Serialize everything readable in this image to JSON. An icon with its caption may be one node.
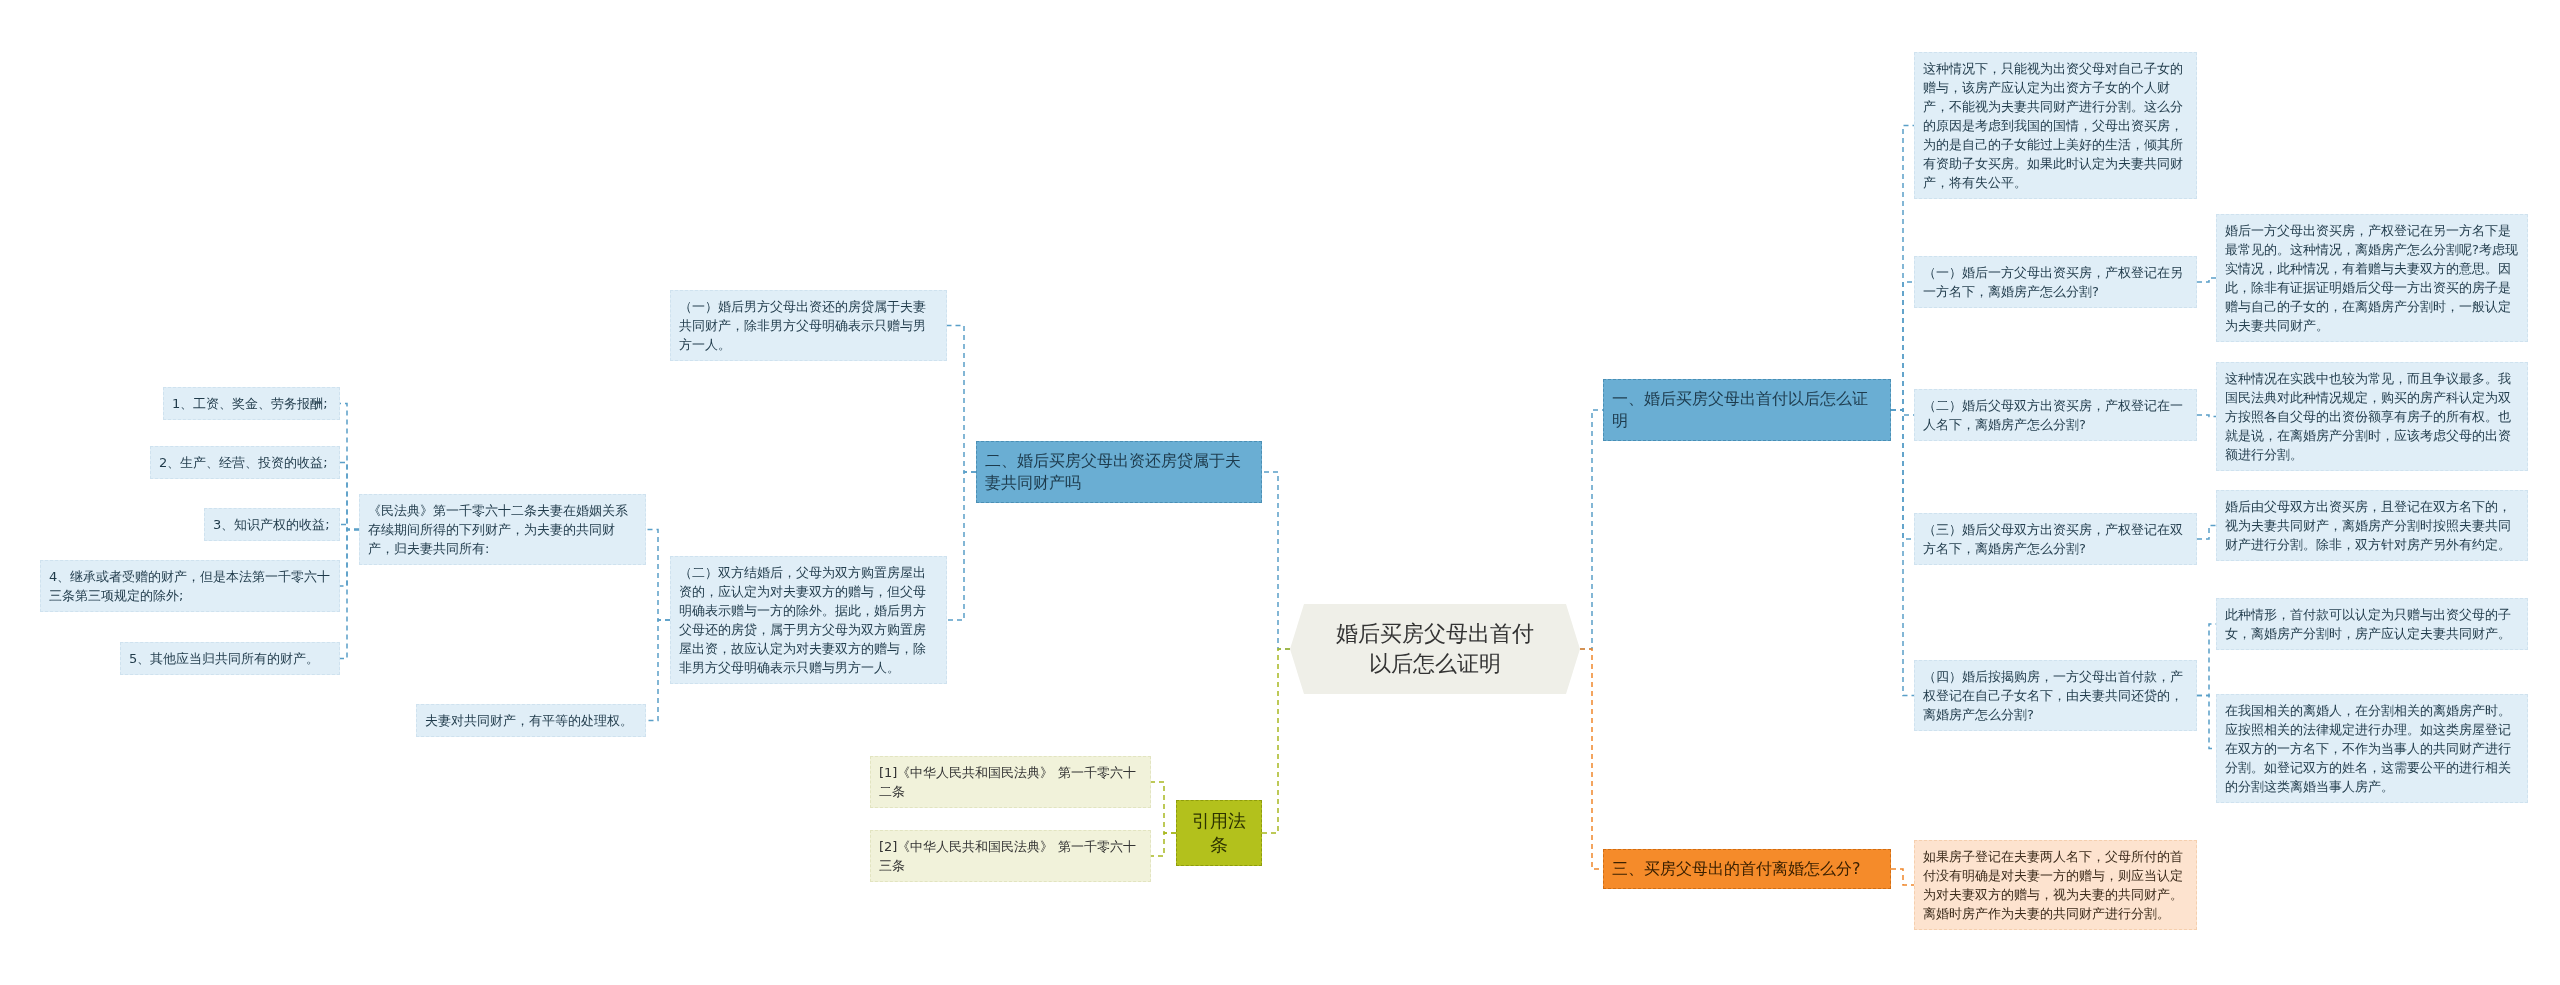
{
  "diagram": {
    "nodes": [
      {
        "text": [
          "婚后买房父母出首付以后怎么证明"
        ]
      },
      {
        "text": [
          "一、婚后买房父母出首付以后怎么证明"
        ]
      },
      {
        "text": [
          "这种情况下，只能视为出资父母对自己子女的赠与，该房产应认定为出资方子女的个人财产，不能视为夫妻共同财产进行分割。这么分的原因是考虑到我国的国情，父母出资买房，为的是自己的子女能过上美好的生活，倾其所有资助子女买房。如果此时认定为夫妻共同财产，将有失公平。"
        ]
      },
      {
        "text": [
          "（一）婚后一方父母出资买房，产权登记在另一方名下，离婚房产怎么分割?"
        ]
      },
      {
        "text": [
          "婚后一方父母出资买房，产权登记在另一方名下是最常见的。这种情况，离婚房产怎么分割呢?考虑现实情况，此种情况，有着赠与夫妻双方的意思。因此，除非有证据证明婚后父母一方出资买的房子是赠与自己的子女的，在离婚房产分割时，一般认定为夫妻共同财产。"
        ]
      },
      {
        "text": [
          "（二）婚后父母双方出资买房，产权登记在一人名下，离婚房产怎么分割?"
        ]
      },
      {
        "text": [
          "这种情况在实践中也较为常见，而且争议最多。我国民法典对此种情况规定，购买的房产科认定为双方按照各自父母的出资份额享有房子的所有权。也就是说，在离婚房产分割时，应该考虑父母的出资额进行分割。"
        ]
      },
      {
        "text": [
          "（三）婚后父母双方出资买房，产权登记在双方名下，离婚房产怎么分割?"
        ]
      },
      {
        "text": [
          "婚后由父母双方出资买房，且登记在双方名下的，视为夫妻共同财产，离婚房产分割时按照夫妻共同财产进行分割。除非，双方针对房产另外有约定。"
        ]
      },
      {
        "text": [
          "（四）婚后按揭购房，一方父母出首付款，产权登记在自己子女名下，由夫妻共同还贷的，离婚房产怎么分割?"
        ]
      },
      {
        "text": [
          "此种情形，首付款可以认定为只赠与出资父母的子女，离婚房产分割时，房产应认定夫妻共同财产。"
        ]
      },
      {
        "text": [
          "在我国相关的离婚人，在分割相关的离婚房产时。应按照相关的法律规定进行办理。如这类房屋登记在双方的一方名下，不作为当事人的共同财产进行分割。如登记双方的姓名，这需要公平的进行相关的分割这类离婚当事人房产。"
        ]
      },
      {
        "text": [
          "三、买房父母出的首付离婚怎么分?"
        ]
      },
      {
        "text": [
          "如果房子登记在夫妻两人名下，父母所付的首付没有明确是对夫妻一方的赠与，则应当认定为对夫妻双方的赠与，视为夫妻的共同财产。离婚时房产作为夫妻的共同财产进行分割。"
        ]
      },
      {
        "text": [
          "二、婚后买房父母出资还房贷属于夫妻共同财产吗"
        ]
      },
      {
        "text": [
          "（一）婚后男方父母出资还的房贷属于夫妻共同财产，除非男方父母明确表示只赠与男方一人。"
        ]
      },
      {
        "text": [
          "（二）双方结婚后，父母为双方购置房屋出资的，应认定为对夫妻双方的赠与，但父母明确表示赠与一方的除外。据此，婚后男方父母还的房贷，属于男方父母为双方购置房屋出资，故应认定为对夫妻双方的赠与，除非男方父母明确表示只赠与男方一人。"
        ]
      },
      {
        "text": [
          "《民法典》第一千零六十二条夫妻在婚姻关系存续期间所得的下列财产，为夫妻的共同财产，归夫妻共同所有:"
        ]
      },
      {
        "text": [
          "1、工资、奖金、劳务报酬;"
        ]
      },
      {
        "text": [
          "2、生产、经营、投资的收益;"
        ]
      },
      {
        "text": [
          "3、知识产权的收益;"
        ]
      },
      {
        "text": [
          "4、继承或者受赠的财产，但是本法第一千零六十三条第三项规定的除外;"
        ]
      },
      {
        "text": [
          "5、其他应当归共同所有的财产。"
        ]
      },
      {
        "text": [
          "夫妻对共同财产，有平等的处理权。"
        ]
      },
      {
        "text": [
          "引用法条"
        ]
      },
      {
        "text": [
          "[1]《中华人民共和国民法典》 第一千零六十二条"
        ]
      },
      {
        "text": [
          "[2]《中华人民共和国民法典》 第一千零六十三条"
        ]
      }
    ],
    "edges": [
      {
        "from": 0,
        "to": 1,
        "arrow": "none",
        "style": "dashed"
      },
      {
        "from": 1,
        "to": 2,
        "arrow": "none",
        "style": "dashed"
      },
      {
        "from": 1,
        "to": 3,
        "arrow": "none",
        "style": "dashed"
      },
      {
        "from": 3,
        "to": 4,
        "arrow": "none",
        "style": "dashed"
      },
      {
        "from": 1,
        "to": 5,
        "arrow": "none",
        "style": "dashed"
      },
      {
        "from": 5,
        "to": 6,
        "arrow": "none",
        "style": "dashed"
      },
      {
        "from": 1,
        "to": 7,
        "arrow": "none",
        "style": "dashed"
      },
      {
        "from": 7,
        "to": 8,
        "arrow": "none",
        "style": "dashed"
      },
      {
        "from": 1,
        "to": 9,
        "arrow": "none",
        "style": "dashed"
      },
      {
        "from": 9,
        "to": 10,
        "arrow": "none",
        "style": "dashed"
      },
      {
        "from": 9,
        "to": 11,
        "arrow": "none",
        "style": "dashed"
      },
      {
        "from": 0,
        "to": 12,
        "arrow": "none",
        "style": "dashed",
        "color": "#f0862a"
      },
      {
        "from": 12,
        "to": 13,
        "arrow": "none",
        "style": "dashed",
        "color": "#f0862a"
      },
      {
        "from": 0,
        "to": 14,
        "arrow": "none",
        "style": "dashed"
      },
      {
        "from": 14,
        "to": 15,
        "arrow": "none",
        "style": "dashed"
      },
      {
        "from": 14,
        "to": 16,
        "arrow": "none",
        "style": "dashed"
      },
      {
        "from": 16,
        "to": 17,
        "arrow": "none",
        "style": "dashed"
      },
      {
        "from": 17,
        "to": 18,
        "arrow": "none",
        "style": "dashed"
      },
      {
        "from": 17,
        "to": 19,
        "arrow": "none",
        "style": "dashed"
      },
      {
        "from": 17,
        "to": 20,
        "arrow": "none",
        "style": "dashed"
      },
      {
        "from": 17,
        "to": 21,
        "arrow": "none",
        "style": "dashed"
      },
      {
        "from": 17,
        "to": 22,
        "arrow": "none",
        "style": "dashed"
      },
      {
        "from": 16,
        "to": 23,
        "arrow": "none",
        "style": "dashed"
      },
      {
        "from": 0,
        "to": 24,
        "arrow": "none",
        "style": "dashed",
        "color": "#a8b820"
      },
      {
        "from": 24,
        "to": 25,
        "arrow": "none",
        "style": "dashed",
        "color": "#a8b820"
      },
      {
        "from": 24,
        "to": 26,
        "arrow": "none",
        "style": "dashed",
        "color": "#a8b820"
      }
    ]
  }
}
